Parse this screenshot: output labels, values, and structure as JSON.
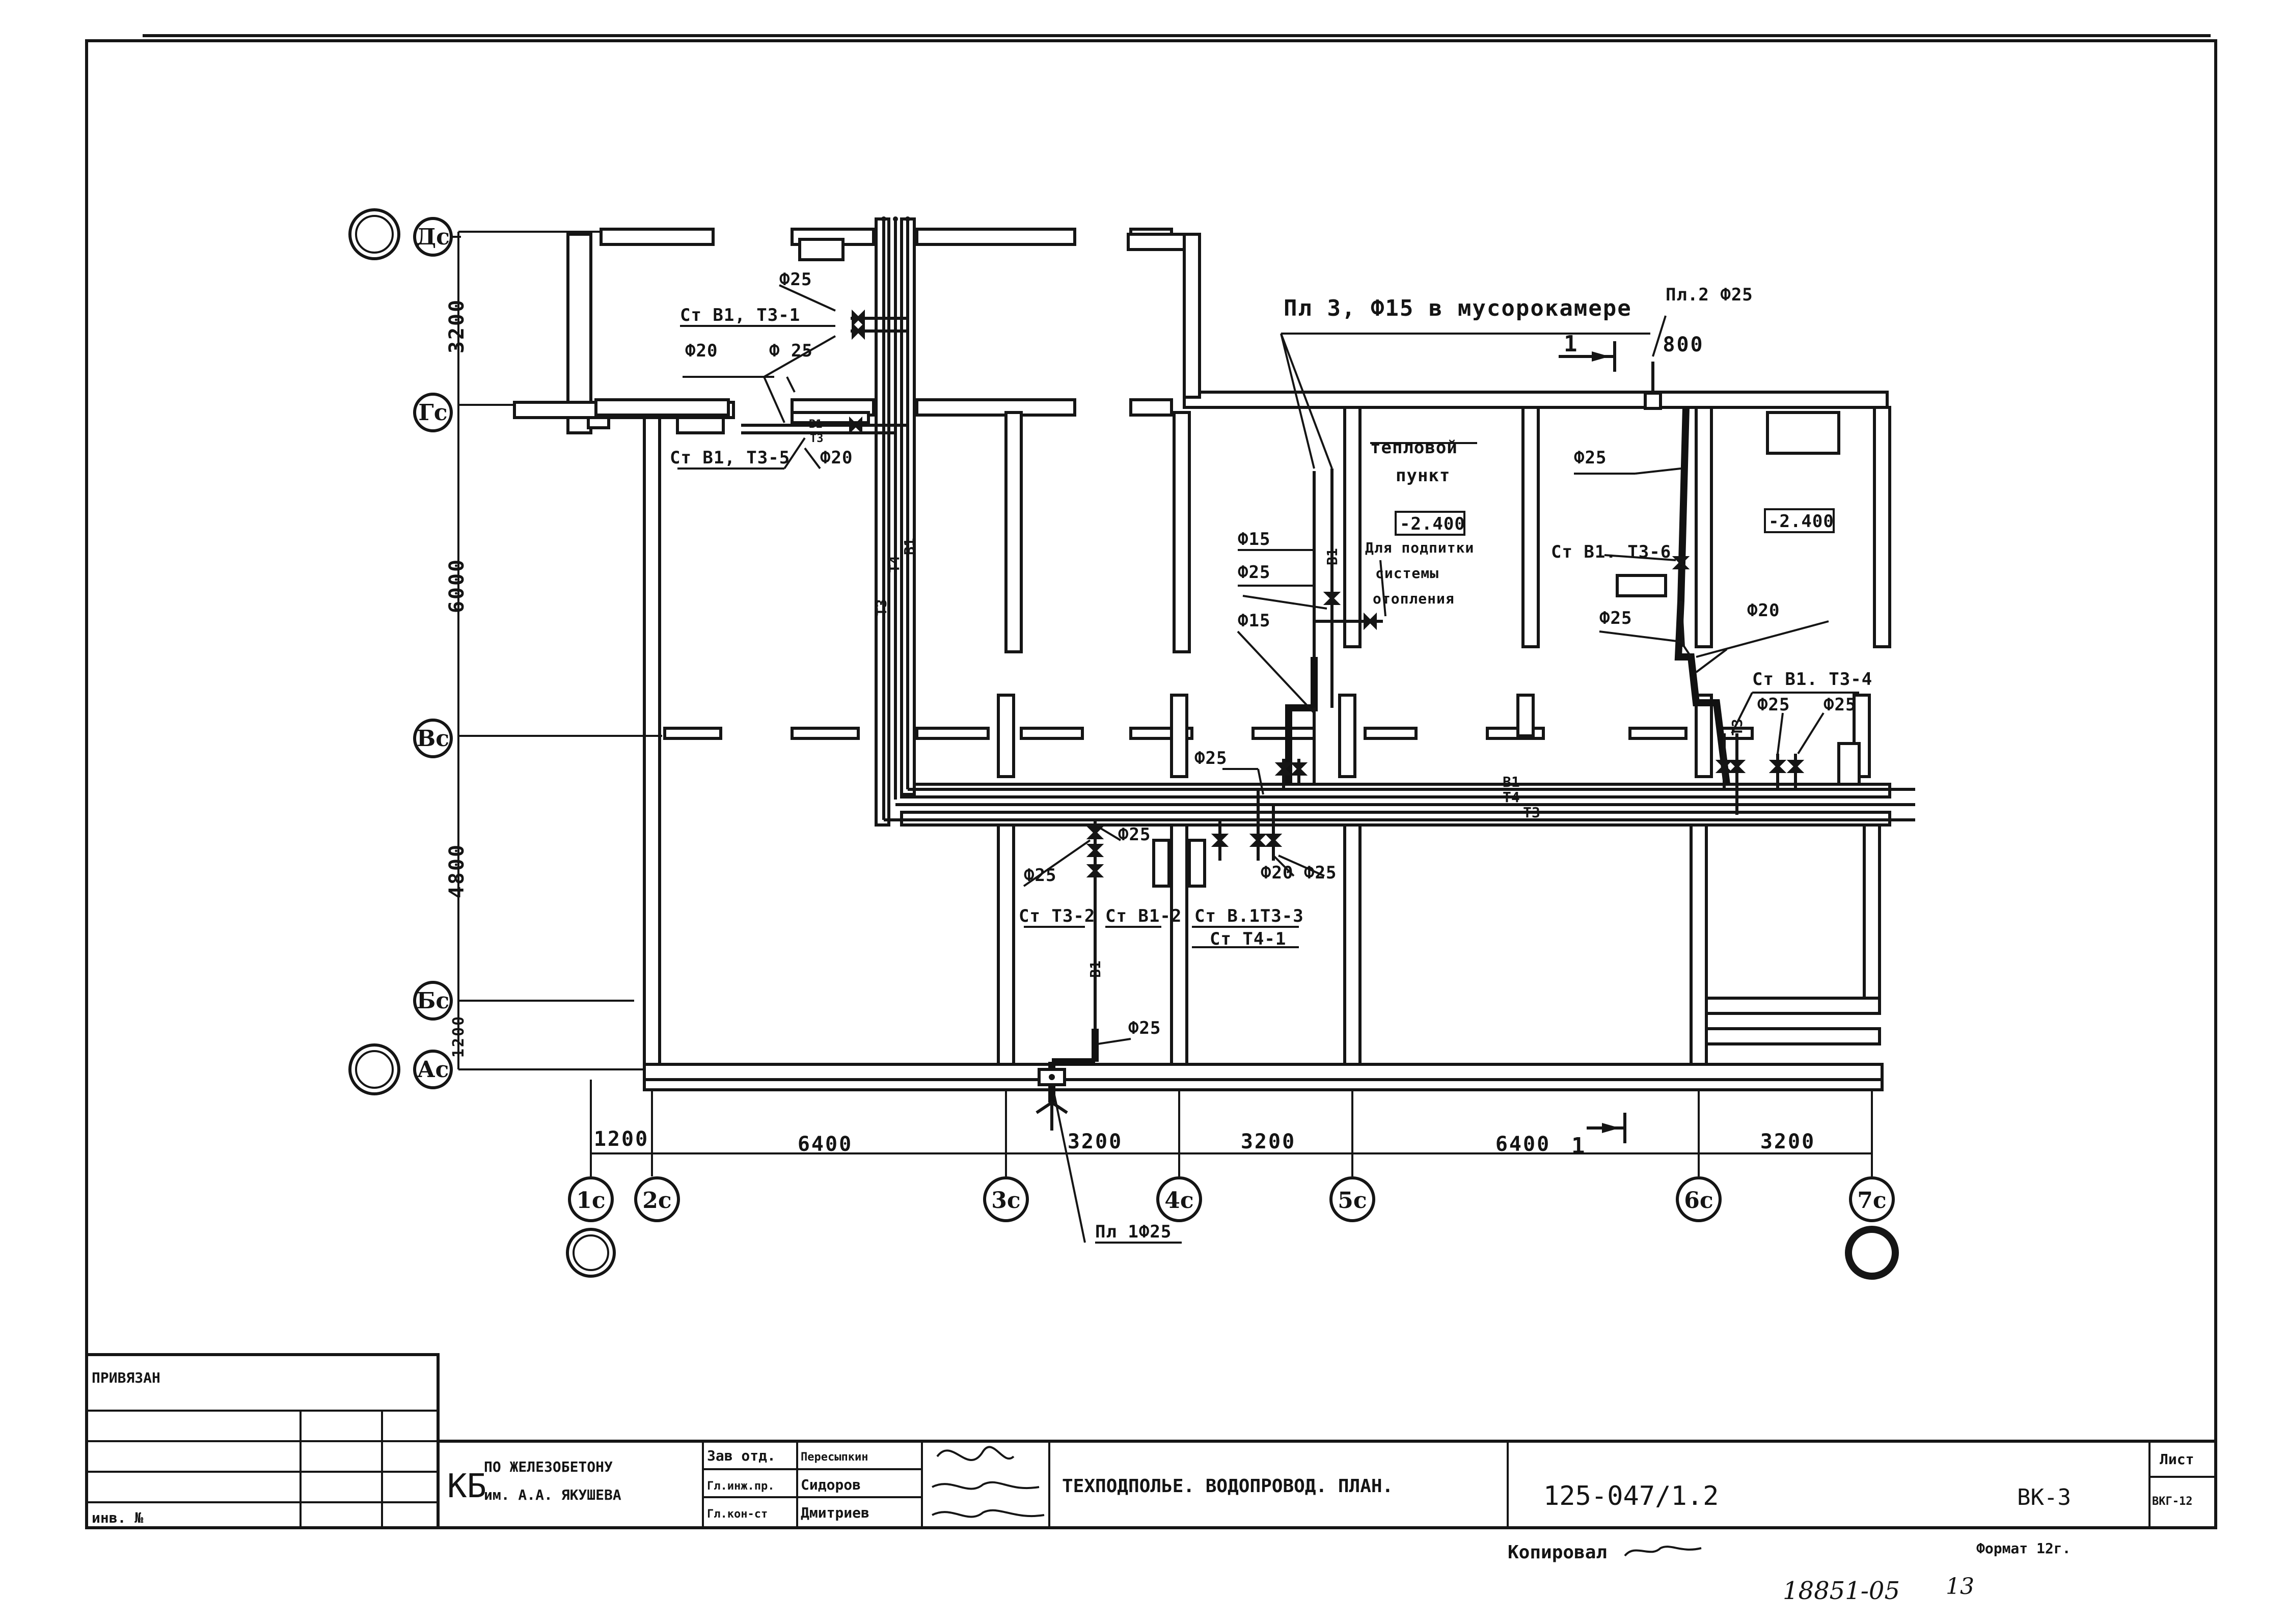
{
  "axes": {
    "horizontal": [
      "Дс",
      "Гс",
      "Вс",
      "Бс",
      "Ас"
    ],
    "vertical": [
      "1с",
      "2с",
      "3с",
      "4с",
      "5с",
      "6с",
      "7с"
    ]
  },
  "dimensions": {
    "left": [
      "3200",
      "6000",
      "4800",
      "1200"
    ],
    "bottom": [
      "1200",
      "6400",
      "3200",
      "3200",
      "6400",
      "3200"
    ],
    "misc": [
      "800"
    ]
  },
  "section_mark": "1",
  "room_labels": {
    "heat_point_1": "тепловой",
    "heat_point_2": "пункт",
    "level_1": "-2.400",
    "level_2": "-2.400",
    "note_1": "Для подпитки",
    "note_2": "системы",
    "note_3": "отопления"
  },
  "callouts": {
    "st_b1_t3_1": "Ст В1, Т3-1",
    "st_b1_t3_5": "Ст В1, Т3-5",
    "st_b1_t3_6": "Ст В1. Т3-6",
    "st_b1_t3_4": "Ст В1. Т3-4",
    "st_t3_2": "Ст Т3-2",
    "st_b1_2": "Ст В1-2",
    "st_b1_t3_3": "Ст В.1Т3-3",
    "st_t4_1": "Ст Т4-1",
    "pl3": "Пл 3, Ф15 в мусорокамере",
    "pl2": "Пл.2 Ф25",
    "pl1": "Пл 1Ф25",
    "d25_a": "Ф25",
    "d25_b": "Ф 25",
    "d20_a": "Ф20",
    "d20_b": "Ф20",
    "d15_a": "Ф15",
    "d25_c": "Ф25",
    "d15_b": "Ф15",
    "d25_d": "Ф25",
    "d25_e": "Ф25",
    "d20_c": "Ф20",
    "d25_f": "Ф25",
    "d25_g": "Ф25",
    "d25_h": "Ф25",
    "d25_i": "Ф25",
    "d25_j": "Ф25",
    "d20_d": "Ф20",
    "d25_k": "Ф25",
    "d25_l": "Ф25"
  },
  "pipes": {
    "b1": "В1",
    "t3": "Т3",
    "t4": "Т4",
    "b1_small": "В1",
    "t3_small": "Т3"
  },
  "title_block": {
    "privyazan": "ПРИВЯЗАН",
    "inv": "инв. №",
    "org_line1": "ПО ЖЕЛЕЗОБЕТОНУ",
    "org_line2": "им. А.А. ЯКУШЕВА",
    "org_kb": "КБ",
    "roles": [
      "Зав отд.",
      "Гл.инж.пр.",
      "Гл.кон-ст"
    ],
    "names": [
      "Пересыпкин",
      "Сидоров",
      "Дмитриев"
    ],
    "sheet_title": "ТЕХПОДПОЛЬЕ. ВОДОПРОВОД. ПЛАН.",
    "project_code": "125-047/1.2",
    "sheet_code": "ВК-3",
    "list_label": "Лист",
    "list_value": "ВКГ-12"
  },
  "footer": {
    "kopiroval": "Копировал",
    "format": "Формат 12г.",
    "number": "18851-05",
    "page": "13"
  }
}
